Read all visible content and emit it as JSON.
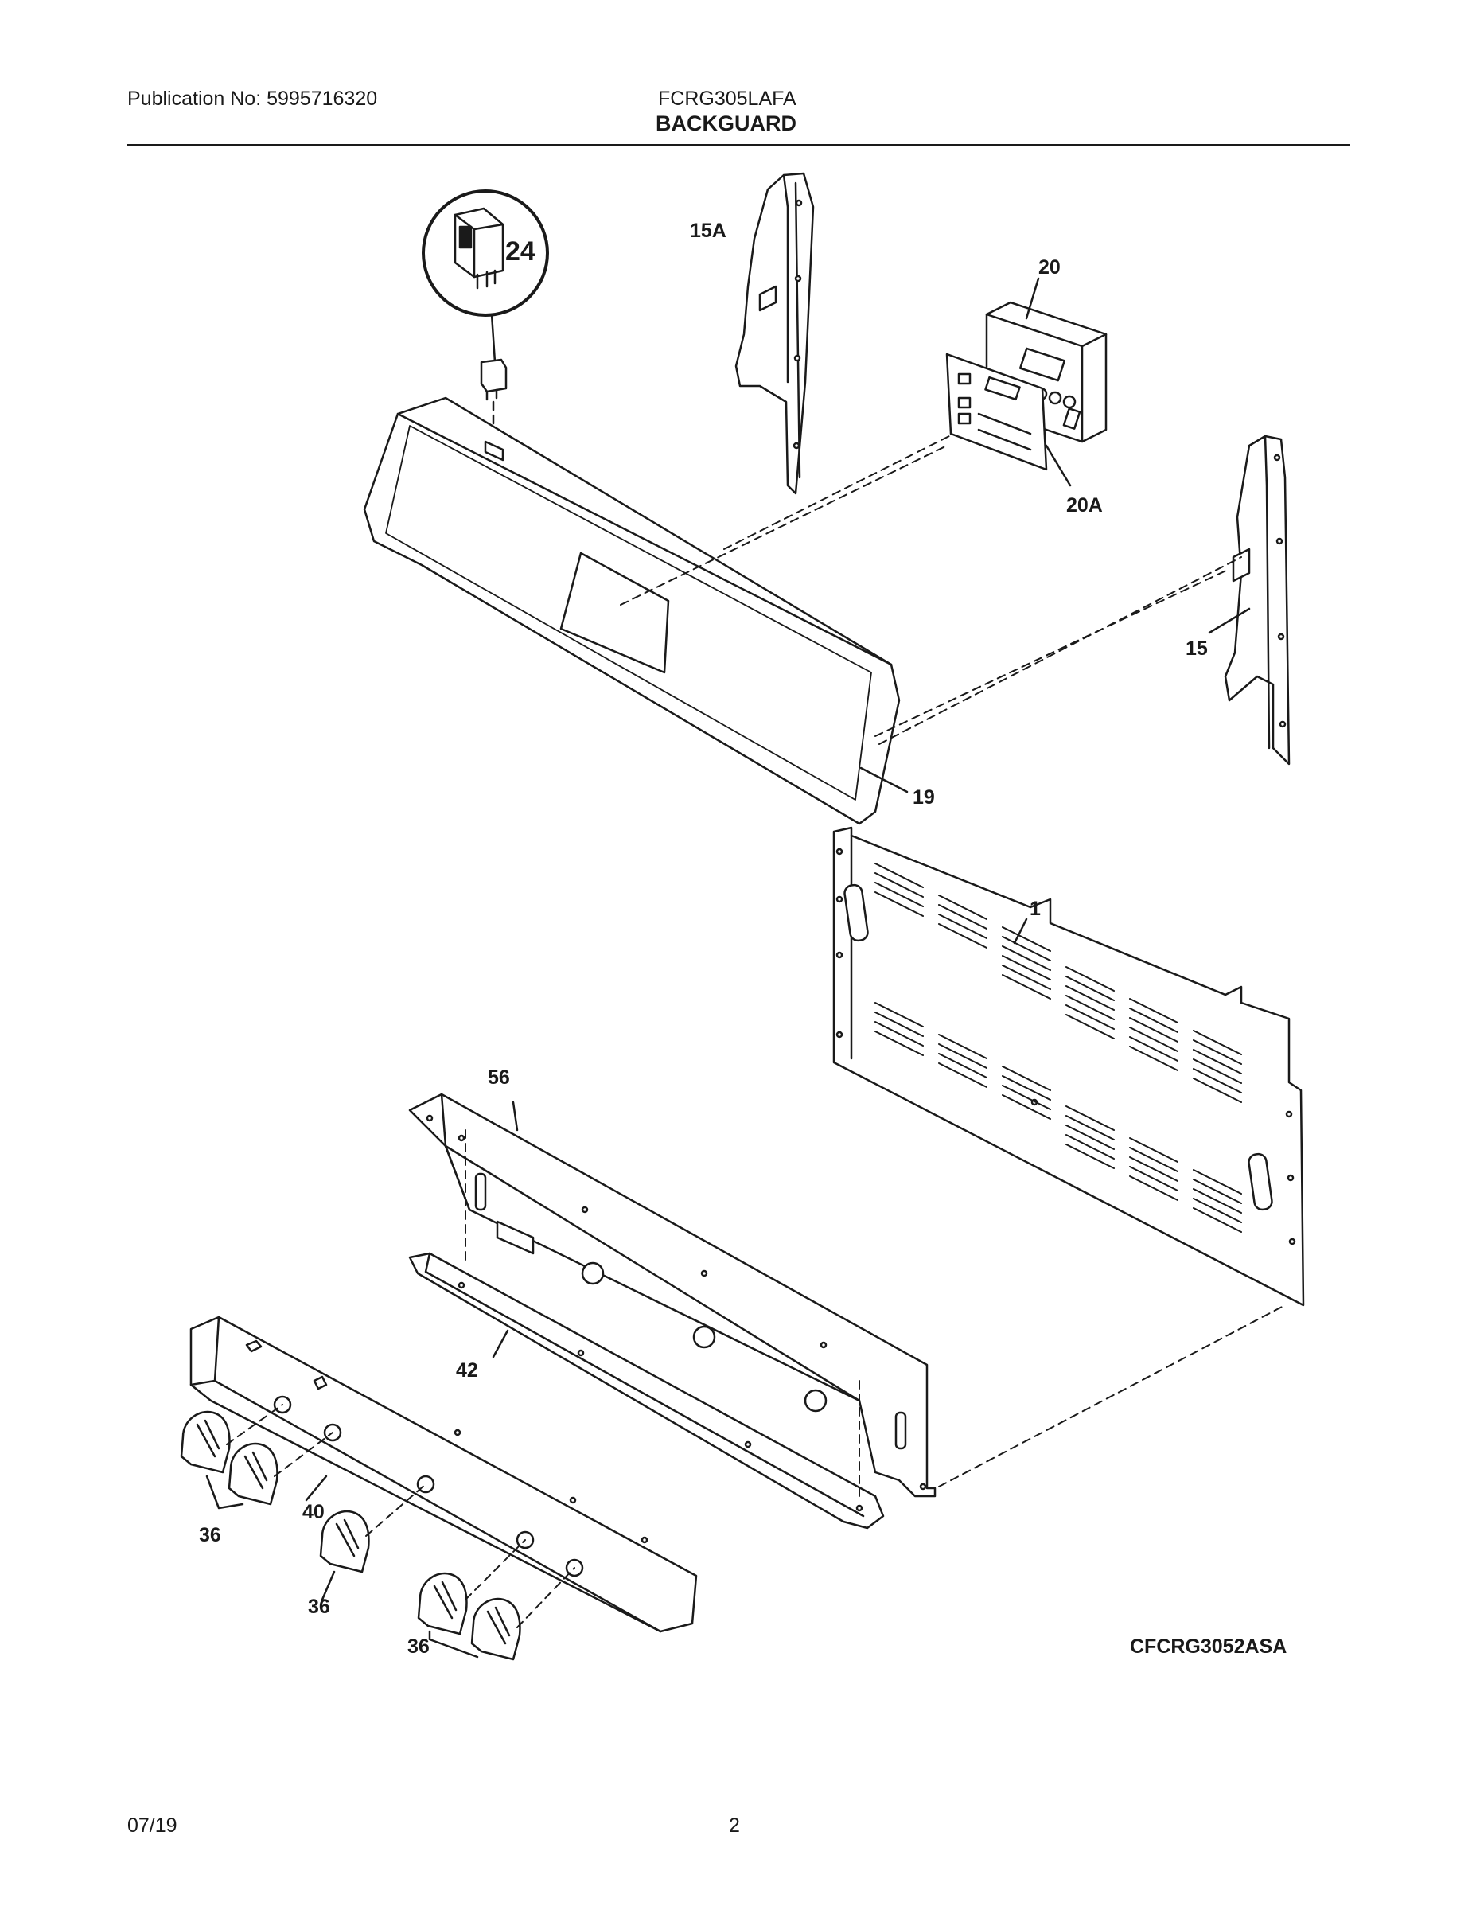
{
  "header": {
    "publication": "Publication No: 5995716320",
    "model": "FCRG305LAFA",
    "title": "BACKGUARD"
  },
  "callouts": {
    "c24": "24",
    "c15a": "15A",
    "c20": "20",
    "c20a": "20A",
    "c15": "15",
    "c19": "19",
    "c1": "1",
    "c56": "56",
    "c42": "42",
    "c40": "40",
    "c36a": "36",
    "c36b": "36",
    "c36c": "36"
  },
  "diagram_code": "CFCRG3052ASA",
  "footer": {
    "date": "07/19",
    "page": "2"
  },
  "colors": {
    "line": "#1a1a1a",
    "fill": "#ffffff"
  }
}
